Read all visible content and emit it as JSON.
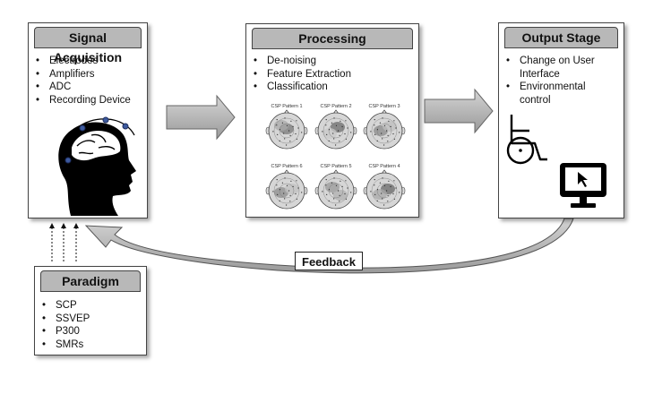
{
  "acquisition": {
    "title": "Signal Acquisition",
    "items": [
      "Electrodes",
      "Amplifiers",
      "ADC",
      "Recording Device"
    ],
    "icons": [
      "head-with-electrodes-icon"
    ]
  },
  "processing": {
    "title": "Processing",
    "items": [
      "De-noising",
      "Feature Extraction",
      "Classification"
    ],
    "csp_patterns": [
      "CSP Pattern 1",
      "CSP Pattern 2",
      "CSP Pattern 3",
      "CSP Pattern 6",
      "CSP Pattern 5",
      "CSP Pattern 4"
    ]
  },
  "output": {
    "title": "Output Stage",
    "items": [
      "Change on User Interface",
      "Environmental control"
    ],
    "icons": [
      "wheelchair-icon",
      "computer-monitor-icon"
    ]
  },
  "paradigm": {
    "title": "Paradigm",
    "items": [
      "SCP",
      "SSVEP",
      "P300",
      "SMRs"
    ]
  },
  "feedback": {
    "label": "Feedback"
  },
  "colors": {
    "header": "#b8b8b8",
    "arrow": "#b0b0b0",
    "electrode": "#3d5a9e"
  }
}
